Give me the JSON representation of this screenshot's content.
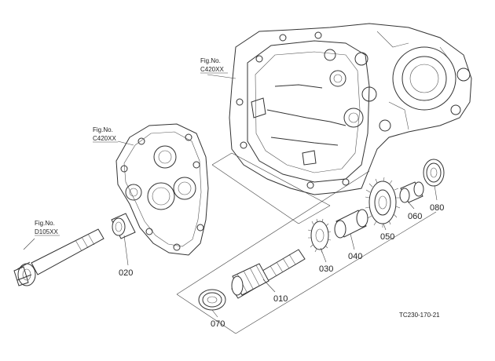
{
  "diagram": {
    "callouts": [
      {
        "id": "c1",
        "fig": "Fig.No.",
        "ref": "C420XX"
      },
      {
        "id": "c2",
        "fig": "Fig.No.",
        "ref": "C420XX"
      },
      {
        "id": "c3",
        "fig": "Fig.No.",
        "ref": "D105XX"
      }
    ],
    "parts": [
      "010",
      "020",
      "030",
      "040",
      "050",
      "060",
      "070",
      "080"
    ],
    "drawing_code": "TC230-170-21"
  }
}
